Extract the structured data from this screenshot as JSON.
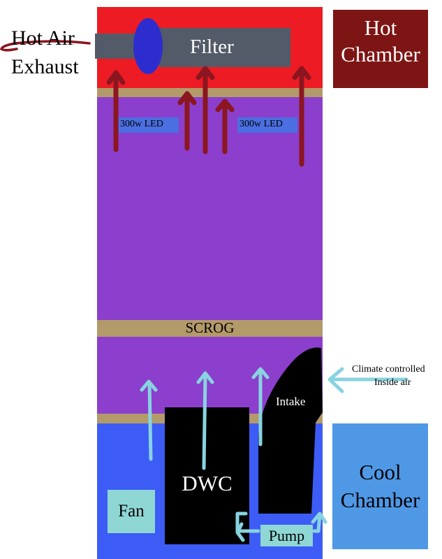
{
  "labels": {
    "filter": "Filter",
    "hot_air_exhaust": [
      "Hot Air",
      "Exhaust"
    ],
    "hot_chamber": [
      "Hot",
      "Chamber"
    ],
    "led_left": "300w LED",
    "led_right": "300w LED",
    "scrog": "SCROG",
    "climate_air": [
      "Climate controlled",
      "Inside air"
    ],
    "intake": "Intake",
    "dwc": "DWC",
    "fan": "Fan",
    "pump": "Pump",
    "cool_chamber": [
      "Cool",
      "Chamber"
    ]
  },
  "colors": {
    "hot_zone": "#ed1c24",
    "grow_zone": "#8b3fcc",
    "cool_zone": "#3d5cf5",
    "divider": "#b39a6a",
    "filter": "#535b68",
    "fan_disc": "#2d2dcf",
    "hot_arrows": "#8b1620",
    "cool_arrows": "#88d3e0",
    "hot_chamber_box": "#7d1514",
    "cool_chamber_box": "#4f98e6",
    "fan_box": "#8ed7d4",
    "dwc_box": "#000000",
    "led_box": "#4b6fe0"
  }
}
